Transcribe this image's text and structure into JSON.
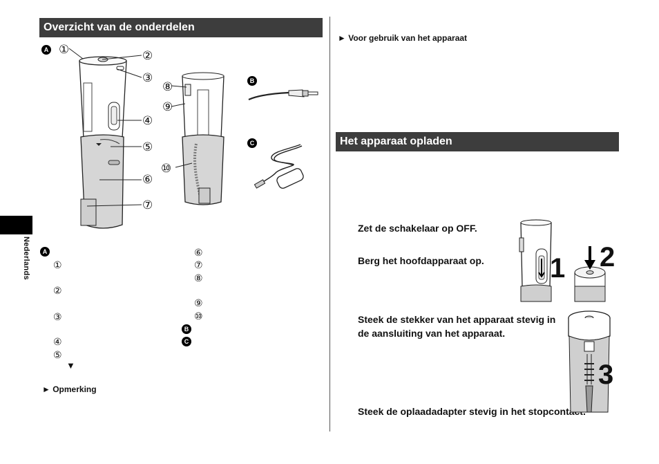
{
  "side_tab": {
    "language": "Nederlands"
  },
  "left": {
    "heading": "Overzicht van de onderdelen",
    "figure_badges": {
      "a": "A",
      "b": "B",
      "c": "C"
    },
    "callouts": [
      "①",
      "②",
      "③",
      "④",
      "⑤",
      "⑥",
      "⑦",
      "⑧",
      "⑨",
      "⑩"
    ],
    "legend": {
      "badge_a": "A",
      "col1": [
        "①",
        "②",
        "③",
        "④",
        "⑤"
      ],
      "col2": [
        "⑥",
        "⑦",
        "⑧",
        "⑨",
        "⑩"
      ],
      "badge_b": "B",
      "badge_c": "C",
      "arrow": "▼"
    },
    "note": "► Opmerking"
  },
  "right": {
    "note": "► Voor gebruik van het apparaat",
    "heading": "Het apparaat opladen",
    "steps": [
      "Zet de schakelaar op OFF.",
      "Berg het hoofdapparaat op.",
      "Steek de stekker van het apparaat stevig in de aansluiting van het apparaat.",
      "Steek de oplaadadapter stevig in het stopcontact."
    ],
    "step_numbers": [
      "1",
      "2",
      "3"
    ]
  }
}
